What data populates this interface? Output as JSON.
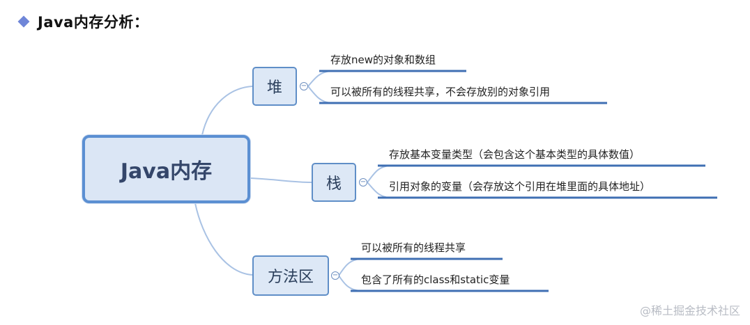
{
  "heading": {
    "icon": "diamond-bullet-icon",
    "text": "Java内存分析："
  },
  "mindmap": {
    "root": "Java内存",
    "branches": [
      {
        "label": "堆",
        "children": [
          "存放new的对象和数组",
          "可以被所有的线程共享，不会存放别的对象引用"
        ]
      },
      {
        "label": "栈",
        "children": [
          "存放基本变量类型（会包含这个基本类型的具体数值）",
          "引用对象的变量（会存放这个引用在堆里面的具体地址）"
        ]
      },
      {
        "label": "方法区",
        "children": [
          "可以被所有的线程共享",
          "包含了所有的class和static变量"
        ]
      }
    ],
    "collapse_symbol": "−"
  },
  "watermark": "@稀土掘金技术社区",
  "colors": {
    "box_fill": "#dde8f6",
    "box_border": "#5f8ec7",
    "connector": "#a9c2e4",
    "leaf_line": "#3f6fb3",
    "bullet": "#6f86d8"
  }
}
